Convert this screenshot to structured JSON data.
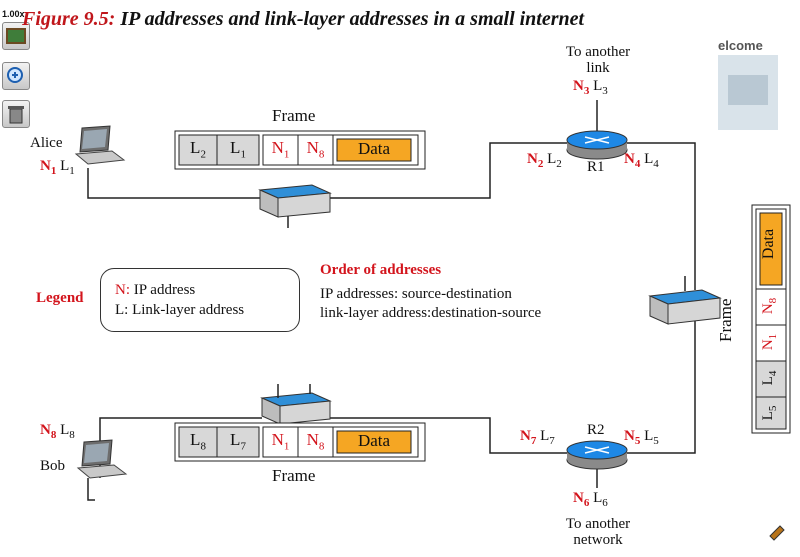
{
  "title": {
    "figure": "Figure 9.5:",
    "text": "IP addresses and link-layer addresses in a small internet"
  },
  "toolbar": {
    "zoom": "1.00x"
  },
  "watermark": {
    "text": "elcome"
  },
  "hosts": {
    "alice": {
      "name": "Alice",
      "n": "N",
      "n_sub": "1",
      "l": "L",
      "l_sub": "1"
    },
    "bob": {
      "name": "Bob",
      "n": "N",
      "n_sub": "8",
      "l": "L",
      "l_sub": "8"
    }
  },
  "routers": {
    "r1": {
      "name": "R1",
      "top": {
        "caption1": "To another",
        "caption2": "link",
        "n": "N",
        "n_sub": "3",
        "l": "L",
        "l_sub": "3"
      },
      "left": {
        "n": "N",
        "n_sub": "2",
        "l": "L",
        "l_sub": "2"
      },
      "right": {
        "n": "N",
        "n_sub": "4",
        "l": "L",
        "l_sub": "4"
      }
    },
    "r2": {
      "name": "R2",
      "left": {
        "n": "N",
        "n_sub": "7",
        "l": "L",
        "l_sub": "7"
      },
      "right": {
        "n": "N",
        "n_sub": "5",
        "l": "L",
        "l_sub": "5"
      },
      "bottom": {
        "caption1": "To another",
        "caption2": "network",
        "n": "N",
        "n_sub": "6",
        "l": "L",
        "l_sub": "6"
      }
    }
  },
  "frames": {
    "top": {
      "title": "Frame",
      "cells": [
        {
          "t": "L",
          "s": "2"
        },
        {
          "t": "L",
          "s": "1"
        },
        {
          "t": "N",
          "s": "1"
        },
        {
          "t": "N",
          "s": "8"
        }
      ],
      "data": "Data"
    },
    "bottom": {
      "title": "Frame",
      "cells": [
        {
          "t": "L",
          "s": "8"
        },
        {
          "t": "L",
          "s": "7"
        },
        {
          "t": "N",
          "s": "1"
        },
        {
          "t": "N",
          "s": "8"
        }
      ],
      "data": "Data"
    },
    "side": {
      "title": "Frame",
      "cells": [
        {
          "t": "L",
          "s": "5"
        },
        {
          "t": "L",
          "s": "4"
        },
        {
          "t": "N",
          "s": "1"
        },
        {
          "t": "N",
          "s": "8"
        }
      ],
      "data": "Data"
    }
  },
  "legend": {
    "heading": "Legend",
    "line1_key": "N:",
    "line1_text": " IP address",
    "line2": "L: Link-layer address"
  },
  "order": {
    "heading": "Order of addresses",
    "line1": "IP addresses: source-destination",
    "line2": "link-layer address:destination-source"
  },
  "colors": {
    "data_fill": "#f5a623",
    "accent_red": "#d3141c",
    "switch_blue": "#2f8fd8",
    "router_blue": "#1e88e5"
  }
}
